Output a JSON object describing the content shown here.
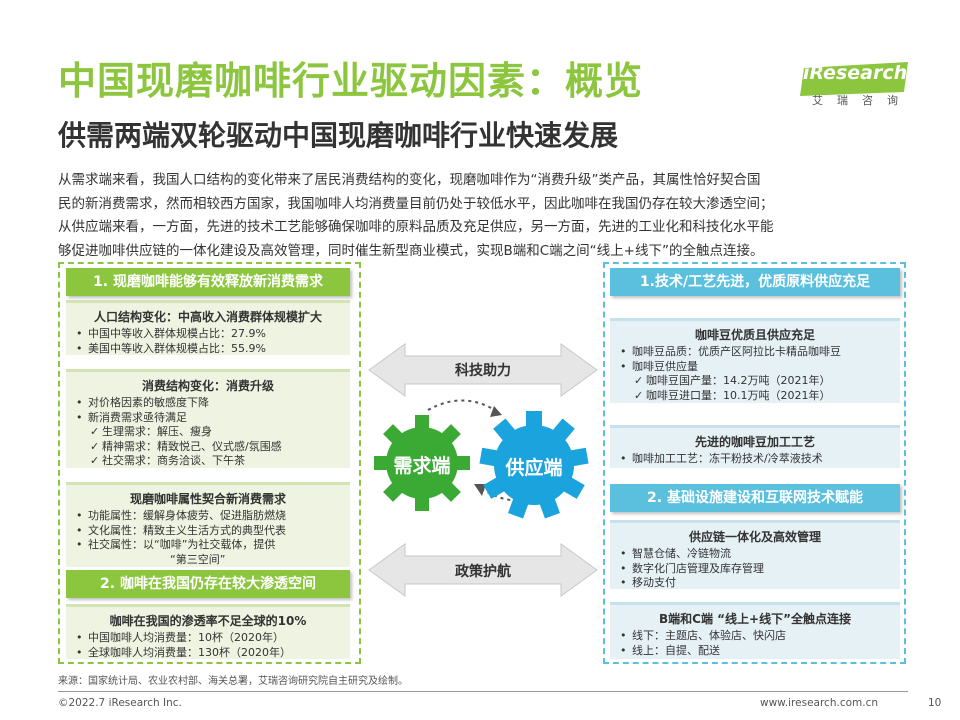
{
  "title": "中国现磨咖啡行业驱动因素：概览",
  "subtitle": "供需两端双轮驱动中国现磨咖啡行业快速发展",
  "logo": {
    "brand": "iResearch",
    "cn": "艾瑞咨询"
  },
  "intro": [
    "从需求端来看，我国人口结构的变化带来了居民消费结构的变化，现磨咖啡作为“消费升级”类产品，其属性恰好契合国",
    "民的新消费需求，然而相较西方国家，我国咖啡人均消费量目前仍处于较低水平，因此咖啡在我国仍存在较大渗透空间；",
    "从供应端来看，一方面，先进的技术工艺能够确保咖啡的原料品质及充足供应，另一方面，先进的工业化和科技化水平能",
    "够促进咖啡供应链的一体化建设及高效管理，同时催生新型商业模式，实现B端和C端之间“线上+线下”的全触点连接。"
  ],
  "left": {
    "header1": "1. 现磨咖啡能够有效释放新消费需求",
    "box1": {
      "title": "人口结构变化：中高收入消费群体规模扩大",
      "items": [
        "中国中等收入群体规模占比：27.9%",
        "美国中等收入群体规模占比：55.9%"
      ]
    },
    "box2": {
      "title": "消费结构变化：消费升级",
      "items": [
        "对价格因素的敏感度下降",
        "新消费需求亟待满足"
      ],
      "subitems": [
        "生理需求：解压、瘦身",
        "精神需求：精致悦己、仪式感/氛围感",
        "社交需求：商务洽谈、下午茶"
      ]
    },
    "box3": {
      "title": "现磨咖啡属性契合新消费需求",
      "items": [
        "功能属性：缓解身体疲劳、促进脂肪燃烧",
        "文化属性：精致主义生活方式的典型代表",
        "社交属性：以“咖啡”为社交载体，提供"
      ],
      "cont": "“第三空间”"
    },
    "header2": "2. 咖啡在我国仍存在较大渗透空间",
    "box4": {
      "title": "咖啡在我国的渗透率不足全球的10%",
      "items": [
        "中国咖啡人均消费量：10杯（2020年）",
        "全球咖啡人均消费量：130杯（2020年）"
      ]
    }
  },
  "right": {
    "header1": "1.技术/工艺先进，优质原料供应充足",
    "box1": {
      "title": "咖啡豆优质且供应充足",
      "items": [
        "咖啡豆品质：优质产区阿拉比卡精品咖啡豆",
        "咖啡豆供应量"
      ],
      "subitems": [
        "咖啡豆国产量：14.2万吨（2021年）",
        "咖啡豆进口量：10.1万吨（2021年）"
      ]
    },
    "box2": {
      "title": "先进的咖啡豆加工工艺",
      "items": [
        "咖啡加工工艺：冻干粉技术/冷萃液技术"
      ]
    },
    "header2": "2. 基础设施建设和互联网技术赋能",
    "box3": {
      "title": "供应链一体化及高效管理",
      "items": [
        "智慧仓储、冷链物流",
        "数字化门店管理及库存管理",
        "移动支付"
      ]
    },
    "box4": {
      "title": "B端和C端 “线上+线下”全触点连接",
      "items": [
        "线下：主题店、体验店、快闪店",
        "线上：自提、配送"
      ]
    }
  },
  "center": {
    "arrow_top": "科技助力",
    "arrow_bottom": "政策护航",
    "gear_left": "需求端",
    "gear_right": "供应端"
  },
  "footer": {
    "source": "来源：国家统计局、农业农村部、海关总署，艾瑞咨询研究院自主研究及绘制。",
    "copyright": "©2022.7 iResearch Inc.",
    "website": "www.iresearch.com.cn",
    "page": "10"
  },
  "colors": {
    "green": "#8cc63f",
    "blue": "#5bc0de",
    "arrow_gray": "#e3e3e3",
    "gear_green": "#3aaa35",
    "gear_blue": "#1aa3dc"
  }
}
